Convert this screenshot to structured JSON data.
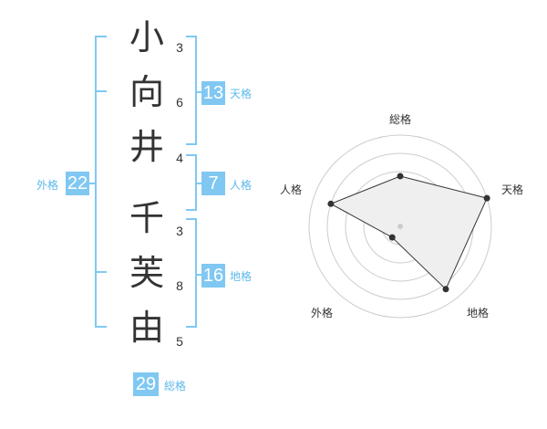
{
  "name": {
    "characters": [
      {
        "char": "小",
        "strokes": "3"
      },
      {
        "char": "向",
        "strokes": "6"
      },
      {
        "char": "井",
        "strokes": "4"
      },
      {
        "char": "千",
        "strokes": "3"
      },
      {
        "char": "芙",
        "strokes": "8"
      },
      {
        "char": "由",
        "strokes": "5"
      }
    ]
  },
  "fortune": {
    "tenkaku": {
      "value": "13",
      "label": "天格"
    },
    "jinkaku": {
      "value": "7",
      "label": "人格"
    },
    "chikaku": {
      "value": "16",
      "label": "地格"
    },
    "gaikaku": {
      "value": "22",
      "label": "外格"
    },
    "soukaku": {
      "value": "29",
      "label": "総格"
    }
  },
  "radar": {
    "axes": [
      "総格",
      "天格",
      "地格",
      "外格",
      "人格"
    ],
    "values": [
      0.55,
      1.0,
      0.85,
      0.15,
      0.8
    ],
    "max": 1.0,
    "ring_count": 5
  },
  "colors": {
    "accent": "#80c8f2",
    "bracket": "#80c8f2",
    "label": "#5cb8ea",
    "text": "#333333",
    "ring": "#cccccc",
    "fill": "#efefef",
    "outline": "#333333"
  }
}
